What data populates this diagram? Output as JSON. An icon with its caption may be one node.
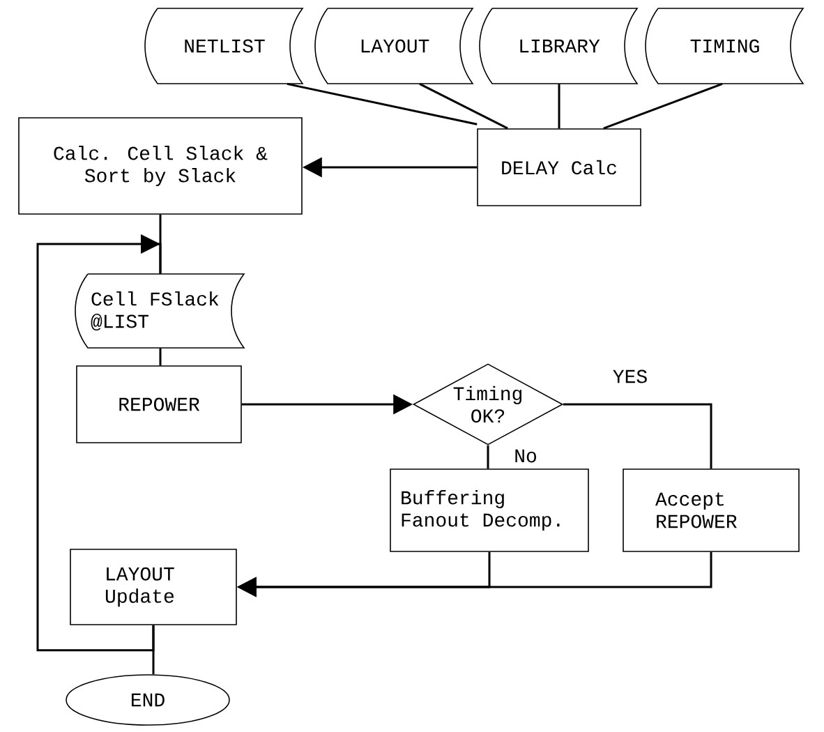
{
  "diagram": {
    "nodes": [
      {
        "text": [
          "NETLIST"
        ]
      },
      {
        "text": [
          "LAYOUT"
        ]
      },
      {
        "text": [
          "LIBRARY"
        ]
      },
      {
        "text": [
          "TIMING"
        ]
      },
      {
        "text": [
          "DELAY Calc"
        ]
      },
      {
        "text": [
          "Calc. Cell Slack & Sort by Slack"
        ]
      },
      {
        "text": [
          "Cell FSlack @LIST"
        ]
      },
      {
        "text": [
          "REPOWER"
        ]
      },
      {
        "text": [
          "Timing OK?"
        ]
      },
      {
        "text": [
          "Buffering Fanout Decomp."
        ]
      },
      {
        "text": [
          "Accept REPOWER"
        ]
      },
      {
        "text": [
          "LAYOUT Update"
        ]
      },
      {
        "text": [
          "END"
        ]
      }
    ],
    "edges": [
      {
        "from": 0,
        "to": 4,
        "arrow": "none"
      },
      {
        "from": 1,
        "to": 4,
        "arrow": "none"
      },
      {
        "from": 2,
        "to": 4,
        "arrow": "none"
      },
      {
        "from": 3,
        "to": 4,
        "arrow": "none"
      },
      {
        "from": 4,
        "to": 5,
        "arrow": "to"
      },
      {
        "from": 5,
        "to": 6,
        "arrow": "none"
      },
      {
        "from": 6,
        "to": 7,
        "arrow": "none"
      },
      {
        "from": 7,
        "to": 8,
        "arrow": "to"
      },
      {
        "from": 8,
        "to": 10,
        "arrow": "none",
        "label": "YES"
      },
      {
        "from": 8,
        "to": 9,
        "arrow": "none",
        "label": "No"
      },
      {
        "from": 9,
        "to": 11,
        "arrow": "to"
      },
      {
        "from": 10,
        "to": 11,
        "arrow": "to"
      },
      {
        "from": 11,
        "to": 12,
        "arrow": "none"
      },
      {
        "from": 11,
        "to": 6,
        "arrow": "to"
      }
    ]
  }
}
